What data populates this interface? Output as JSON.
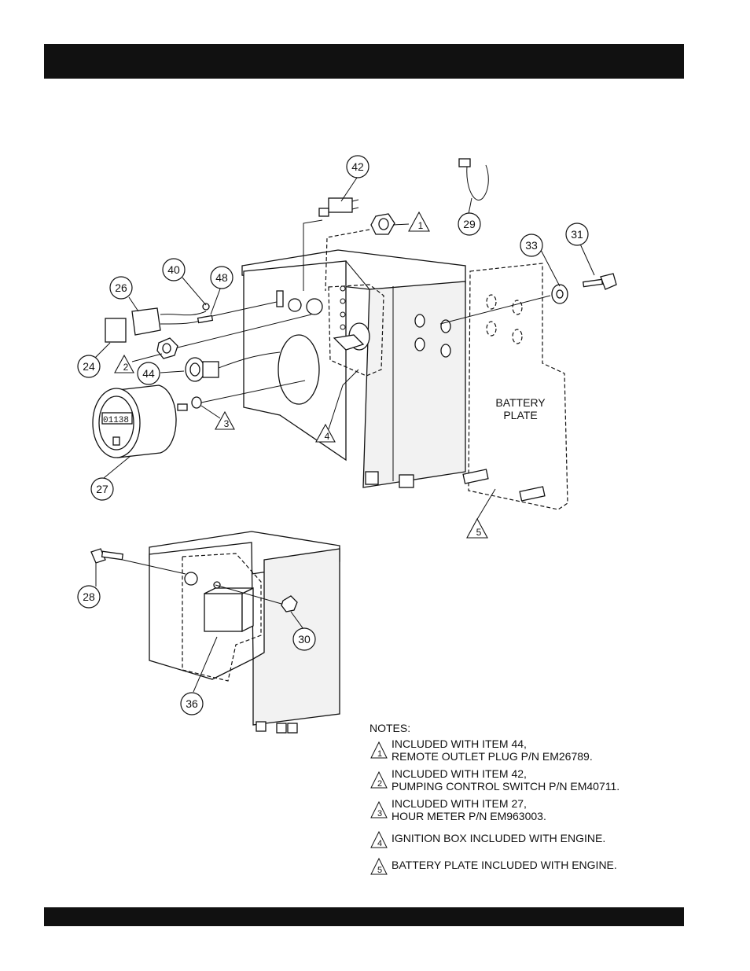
{
  "callouts": {
    "c42": "42",
    "c29": "29",
    "c33": "33",
    "c31": "31",
    "c40": "40",
    "c48": "48",
    "c26": "26",
    "c24": "24",
    "c44": "44",
    "c27": "27",
    "c28": "28",
    "c30": "30",
    "c36": "36"
  },
  "triangles": {
    "t1": "1",
    "t2": "2",
    "t3": "3",
    "t4": "4",
    "t5": "5"
  },
  "meter_digits": "01138",
  "battery_plate": {
    "line1": "BATTERY",
    "line2": "PLATE"
  },
  "notes": {
    "heading": "NOTES:",
    "items": [
      {
        "mark": "1",
        "line1": "INCLUDED WITH ITEM 44,",
        "line2": "REMOTE OUTLET PLUG P/N EM26789."
      },
      {
        "mark": "2",
        "line1": "INCLUDED WITH ITEM 42,",
        "line2": "PUMPING CONTROL SWITCH P/N EM40711."
      },
      {
        "mark": "3",
        "line1": "INCLUDED WITH ITEM 27,",
        "line2": "HOUR METER P/N EM963003."
      },
      {
        "mark": "4",
        "line1": "IGNITION BOX INCLUDED WITH ENGINE."
      },
      {
        "mark": "5",
        "line1": "BATTERY PLATE INCLUDED WITH ENGINE."
      }
    ]
  }
}
